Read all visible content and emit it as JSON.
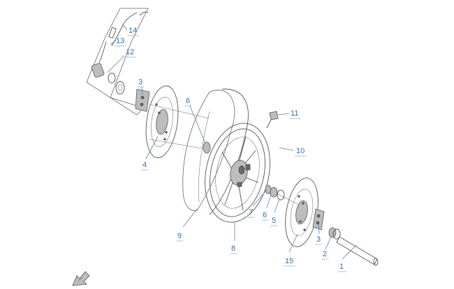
{
  "callouts": [
    {
      "id": "c1",
      "label": "1"
    },
    {
      "id": "c2",
      "label": "2"
    },
    {
      "id": "c3a",
      "label": "3"
    },
    {
      "id": "c3b",
      "label": "3"
    },
    {
      "id": "c4",
      "label": "4"
    },
    {
      "id": "c5",
      "label": "5"
    },
    {
      "id": "c6a",
      "label": "6"
    },
    {
      "id": "c6b",
      "label": "6"
    },
    {
      "id": "c7",
      "label": "7"
    },
    {
      "id": "c8",
      "label": "8"
    },
    {
      "id": "c9",
      "label": "9"
    },
    {
      "id": "c10",
      "label": "10"
    },
    {
      "id": "c11",
      "label": "11"
    },
    {
      "id": "c12",
      "label": "12"
    },
    {
      "id": "c13",
      "label": "13"
    },
    {
      "id": "c14",
      "label": "14"
    },
    {
      "id": "c15",
      "label": "15"
    }
  ],
  "colors": {
    "callout": "#2f6fb3",
    "linework": "#555555"
  },
  "icons": {
    "orientation": "direction-arrow-icon"
  }
}
